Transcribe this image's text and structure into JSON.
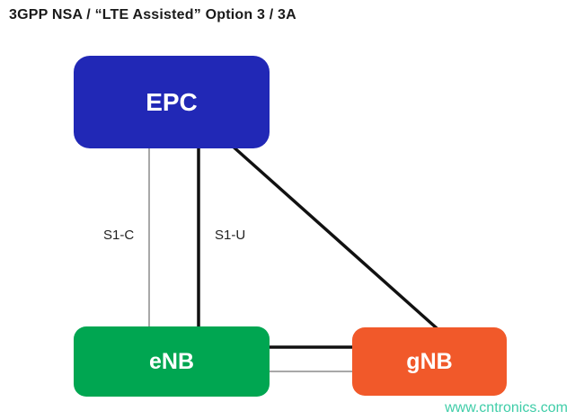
{
  "title": "3GPP NSA / “LTE Assisted”  Option 3 / 3A",
  "nodes": {
    "epc": {
      "label": "EPC",
      "color": "#2128b6"
    },
    "enb": {
      "label": "eNB",
      "color": "#00a651"
    },
    "gnb": {
      "label": "gNB",
      "color": "#f1592a"
    }
  },
  "links": {
    "s1c": {
      "label": "S1-C",
      "from": "EPC",
      "to": "eNB",
      "style": "thin-gray"
    },
    "s1u": {
      "label": "S1-U",
      "from": "EPC",
      "to": "eNB",
      "style": "thick-black"
    },
    "epc_gnb": {
      "label": "",
      "from": "EPC",
      "to": "gNB",
      "style": "thick-black"
    },
    "enb_gnb_upper": {
      "label": "",
      "from": "eNB",
      "to": "gNB",
      "style": "thick-black"
    },
    "enb_gnb_lower": {
      "label": "",
      "from": "eNB",
      "to": "gNB",
      "style": "thin-gray"
    }
  },
  "line_colors": {
    "black": "#111111",
    "gray": "#a8a8a8"
  },
  "watermark": "www.cntronics.com"
}
